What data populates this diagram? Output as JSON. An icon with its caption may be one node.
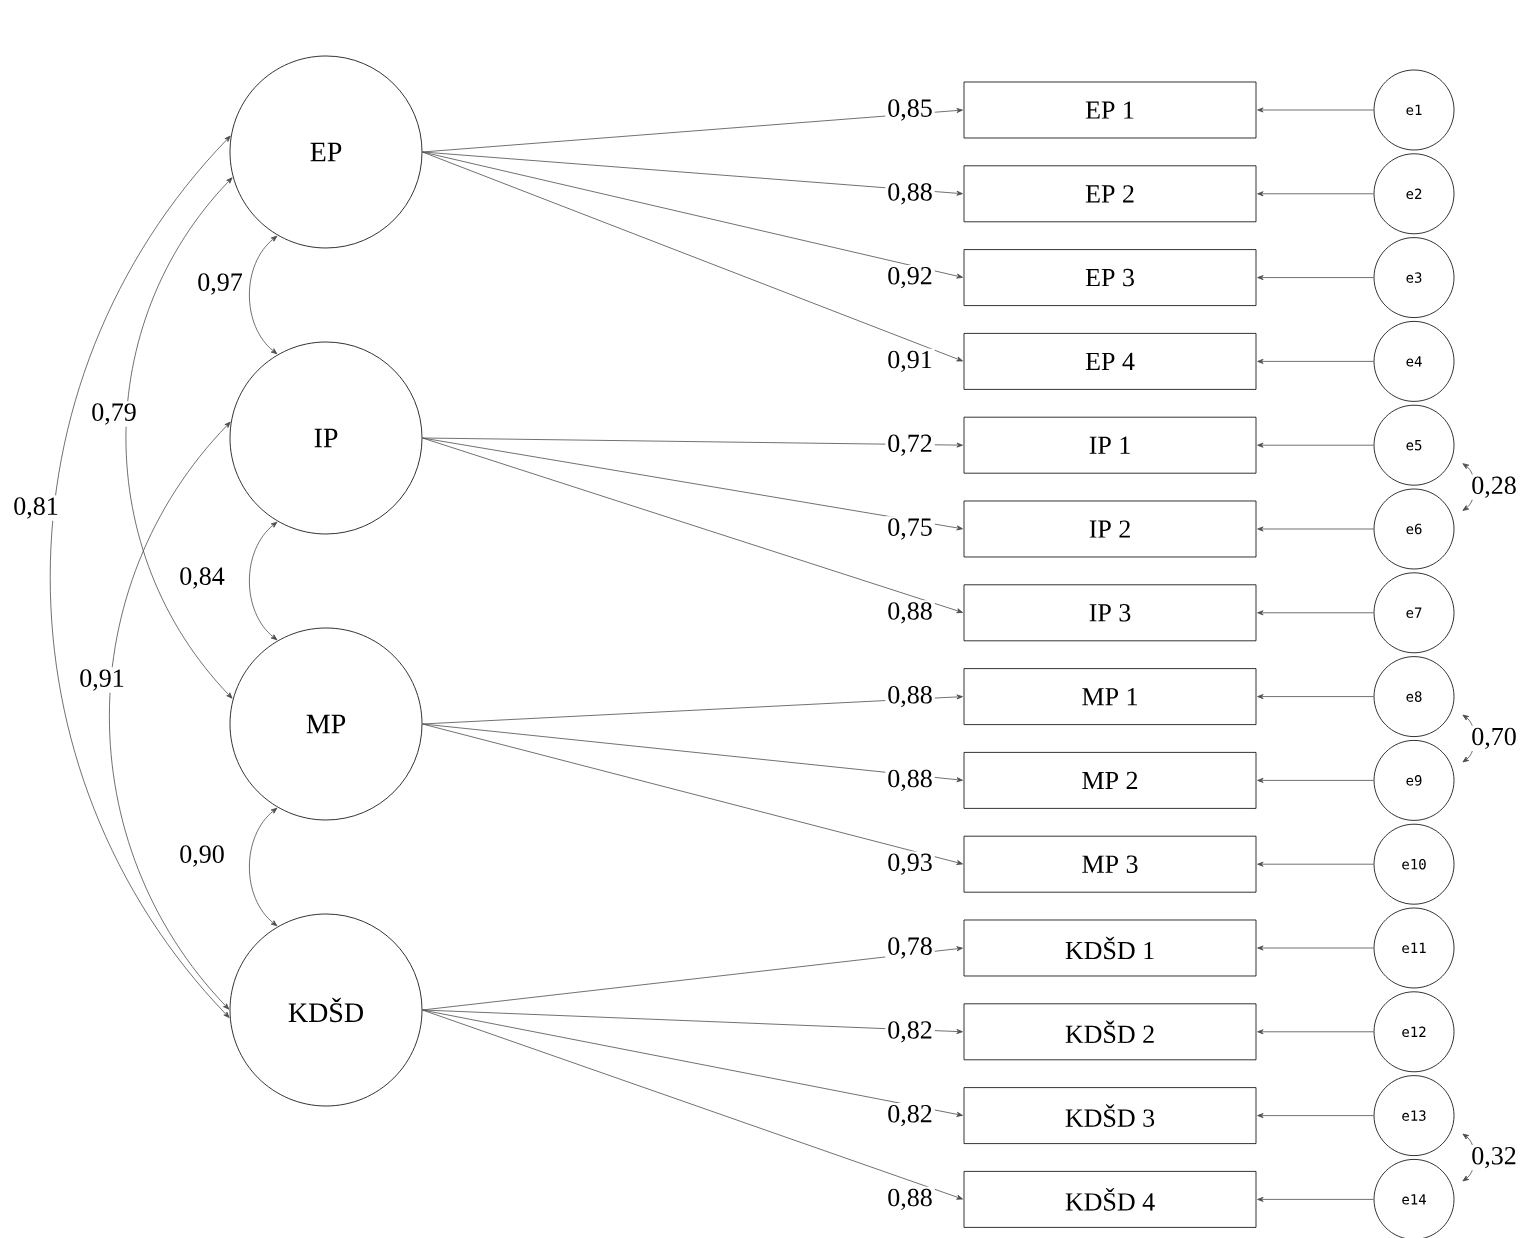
{
  "diagram": {
    "nodes": [
      {
        "text": [
          "EP"
        ]
      },
      {
        "text": [
          "IP"
        ]
      },
      {
        "text": [
          "MP"
        ]
      },
      {
        "text": [
          "KDŠD"
        ]
      },
      {
        "text": [
          "EP 1"
        ]
      },
      {
        "text": [
          "EP 2"
        ]
      },
      {
        "text": [
          "EP 3"
        ]
      },
      {
        "text": [
          "EP 4"
        ]
      },
      {
        "text": [
          "IP 1"
        ]
      },
      {
        "text": [
          "IP 2"
        ]
      },
      {
        "text": [
          "IP 3"
        ]
      },
      {
        "text": [
          "MP 1"
        ]
      },
      {
        "text": [
          "MP 2"
        ]
      },
      {
        "text": [
          "MP 3"
        ]
      },
      {
        "text": [
          "KDŠD 1"
        ]
      },
      {
        "text": [
          "KDŠD 2"
        ]
      },
      {
        "text": [
          "KDŠD 3"
        ]
      },
      {
        "text": [
          "KDŠD 4"
        ]
      },
      {
        "text": [
          "e1"
        ]
      },
      {
        "text": [
          "e2"
        ]
      },
      {
        "text": [
          "e3"
        ]
      },
      {
        "text": [
          "e4"
        ]
      },
      {
        "text": [
          "e5"
        ]
      },
      {
        "text": [
          "e6"
        ]
      },
      {
        "text": [
          "e7"
        ]
      },
      {
        "text": [
          "e8"
        ]
      },
      {
        "text": [
          "e9"
        ]
      },
      {
        "text": [
          "e10"
        ]
      },
      {
        "text": [
          "e11"
        ]
      },
      {
        "text": [
          "e12"
        ]
      },
      {
        "text": [
          "e13"
        ]
      },
      {
        "text": [
          "e14"
        ]
      }
    ],
    "edges": [
      {
        "from": 0,
        "to": 4,
        "arrow": "to",
        "label": "0,85"
      },
      {
        "from": 0,
        "to": 5,
        "arrow": "to",
        "label": "0,88"
      },
      {
        "from": 0,
        "to": 6,
        "arrow": "to",
        "label": "0,92"
      },
      {
        "from": 0,
        "to": 7,
        "arrow": "to",
        "label": "0,91"
      },
      {
        "from": 1,
        "to": 8,
        "arrow": "to",
        "label": "0,72"
      },
      {
        "from": 1,
        "to": 9,
        "arrow": "to",
        "label": "0,75"
      },
      {
        "from": 1,
        "to": 10,
        "arrow": "to",
        "label": "0,88"
      },
      {
        "from": 2,
        "to": 11,
        "arrow": "to",
        "label": "0,88"
      },
      {
        "from": 2,
        "to": 12,
        "arrow": "to",
        "label": "0,88"
      },
      {
        "from": 2,
        "to": 13,
        "arrow": "to",
        "label": "0,93"
      },
      {
        "from": 3,
        "to": 14,
        "arrow": "to",
        "label": "0,78"
      },
      {
        "from": 3,
        "to": 15,
        "arrow": "to",
        "label": "0,82"
      },
      {
        "from": 3,
        "to": 16,
        "arrow": "to",
        "label": "0,82"
      },
      {
        "from": 3,
        "to": 17,
        "arrow": "to",
        "label": "0,88"
      },
      {
        "from": 18,
        "to": 4,
        "arrow": "to"
      },
      {
        "from": 19,
        "to": 5,
        "arrow": "to"
      },
      {
        "from": 20,
        "to": 6,
        "arrow": "to"
      },
      {
        "from": 21,
        "to": 7,
        "arrow": "to"
      },
      {
        "from": 22,
        "to": 8,
        "arrow": "to"
      },
      {
        "from": 23,
        "to": 9,
        "arrow": "to"
      },
      {
        "from": 24,
        "to": 10,
        "arrow": "to"
      },
      {
        "from": 25,
        "to": 11,
        "arrow": "to"
      },
      {
        "from": 26,
        "to": 12,
        "arrow": "to"
      },
      {
        "from": 27,
        "to": 13,
        "arrow": "to"
      },
      {
        "from": 28,
        "to": 14,
        "arrow": "to"
      },
      {
        "from": 29,
        "to": 15,
        "arrow": "to"
      },
      {
        "from": 30,
        "to": 16,
        "arrow": "to"
      },
      {
        "from": 31,
        "to": 17,
        "arrow": "to"
      },
      {
        "from": 0,
        "to": 1,
        "arrow": "both",
        "label": "0,97"
      },
      {
        "from": 0,
        "to": 2,
        "arrow": "both",
        "label": "0,79"
      },
      {
        "from": 0,
        "to": 3,
        "arrow": "both",
        "label": "0,81"
      },
      {
        "from": 1,
        "to": 2,
        "arrow": "both",
        "label": "0,84"
      },
      {
        "from": 1,
        "to": 3,
        "arrow": "both",
        "label": "0,91"
      },
      {
        "from": 2,
        "to": 3,
        "arrow": "both",
        "label": "0,90"
      },
      {
        "from": 22,
        "to": 23,
        "arrow": "both",
        "label": "0,28"
      },
      {
        "from": 25,
        "to": 26,
        "arrow": "both",
        "label": "0,70"
      },
      {
        "from": 30,
        "to": 31,
        "arrow": "both",
        "label": "0,32"
      }
    ]
  }
}
